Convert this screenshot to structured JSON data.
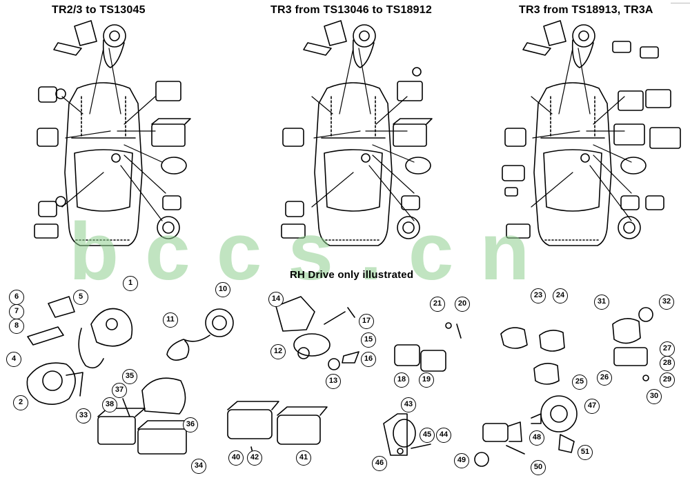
{
  "titles": {
    "left": "TR2/3 to TS13045",
    "middle": "TR3 from TS13046 to TS18912",
    "right": "TR3 from TS18913, TR3A"
  },
  "note": "RH Drive only illustrated",
  "watermark": "bccs.cn",
  "colors": {
    "line": "#000000",
    "watermark": "#8fcf8f",
    "background": "#ffffff"
  },
  "callouts": [
    "1",
    "2",
    "4",
    "5",
    "6",
    "7",
    "8",
    "10",
    "11",
    "12",
    "13",
    "14",
    "15",
    "16",
    "17",
    "18",
    "19",
    "20",
    "21",
    "23",
    "24",
    "25",
    "26",
    "27",
    "28",
    "29",
    "30",
    "31",
    "32",
    "33",
    "34",
    "35",
    "36",
    "37",
    "38",
    "40",
    "41",
    "42",
    "43",
    "44",
    "45",
    "46",
    "47",
    "48",
    "49",
    "50",
    "51"
  ]
}
